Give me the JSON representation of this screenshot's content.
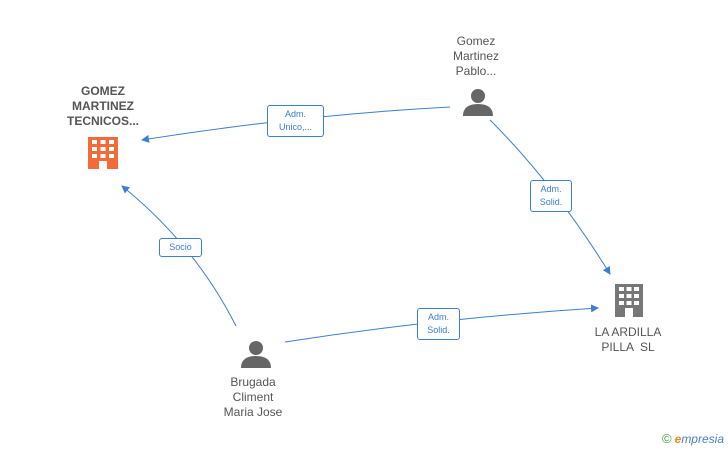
{
  "nodes": {
    "gomez_tecnicos": {
      "lines": [
        "GOMEZ",
        "MARTINEZ",
        "TECNICOS..."
      ],
      "type": "company",
      "color": "#f26b3a"
    },
    "gomez_pablo": {
      "lines": [
        "Gomez",
        "Martinez",
        "Pablo..."
      ],
      "type": "person",
      "color": "#666666"
    },
    "la_ardilla": {
      "lines": [
        "LA ARDILLA",
        "PILLA  SL"
      ],
      "type": "company",
      "color": "#777777"
    },
    "brugada": {
      "lines": [
        "Brugada",
        "Climent",
        "Maria Jose"
      ],
      "type": "person",
      "color": "#666666"
    }
  },
  "edges": [
    {
      "from": "gomez_pablo",
      "to": "gomez_tecnicos",
      "label_lines": [
        "Adm.",
        "Unico,..."
      ]
    },
    {
      "from": "gomez_pablo",
      "to": "la_ardilla",
      "label_lines": [
        "Adm.",
        "Solid."
      ]
    },
    {
      "from": "brugada",
      "to": "gomez_tecnicos",
      "label_lines": [
        "Socio"
      ]
    },
    {
      "from": "brugada",
      "to": "la_ardilla",
      "label_lines": [
        "Adm.",
        "Solid."
      ]
    }
  ],
  "colors": {
    "edge": "#3b7fcf"
  },
  "brand": {
    "copyright": "©",
    "e": "e",
    "rest": "mpresia"
  }
}
